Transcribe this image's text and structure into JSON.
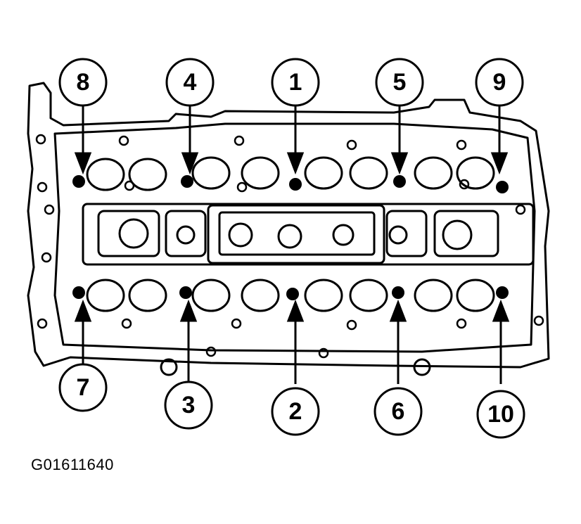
{
  "figure_id": "G01611640",
  "callouts": [
    {
      "label": "8"
    },
    {
      "label": "4"
    },
    {
      "label": "1"
    },
    {
      "label": "5"
    },
    {
      "label": "9"
    },
    {
      "label": "7"
    },
    {
      "label": "3"
    },
    {
      "label": "2"
    },
    {
      "label": "6"
    },
    {
      "label": "10"
    }
  ]
}
